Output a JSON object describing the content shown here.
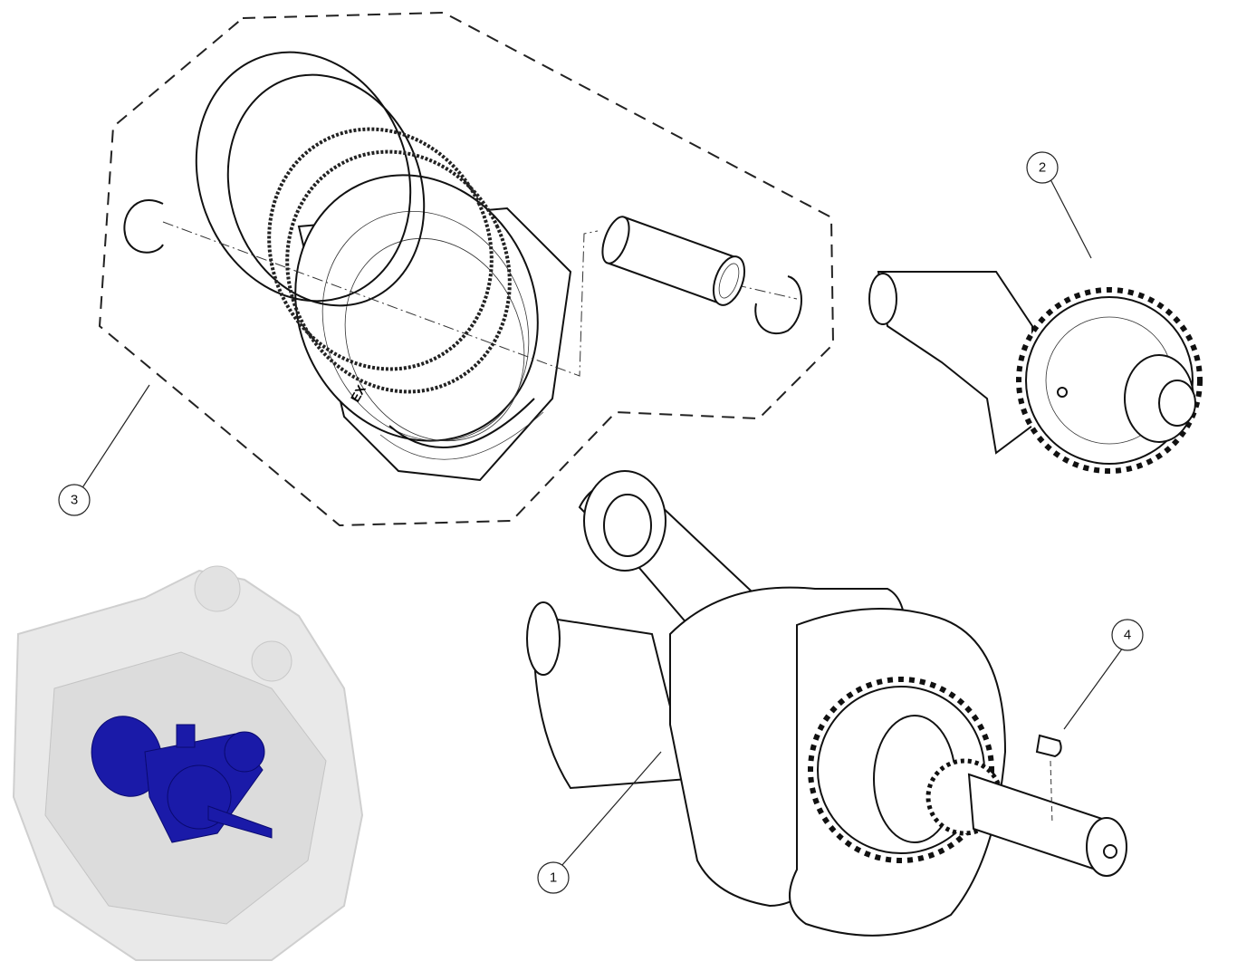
{
  "diagram": {
    "callouts": [
      {
        "label": "1",
        "part": "crankshaft-with-connecting-rod"
      },
      {
        "label": "2",
        "part": "camshaft"
      },
      {
        "label": "3",
        "part": "piston-assembly"
      },
      {
        "label": "4",
        "part": "woodruff-key"
      }
    ],
    "piston_marking": "EX",
    "inset_highlight_color": "#1a1aa8"
  }
}
